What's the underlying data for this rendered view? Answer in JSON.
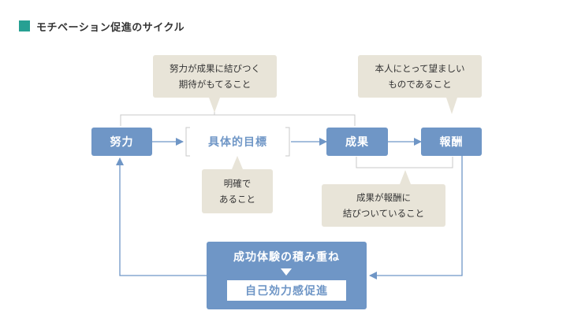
{
  "title": "モチベーション促進のサイクル",
  "colors": {
    "accent_square": "#27a093",
    "node_fill": "#6f96c6",
    "note_fill": "#e8e4d8",
    "line": "#6f96c6",
    "bracket": "#c8c8c8"
  },
  "nodes": {
    "effort": "努力",
    "specific_goal": "具体的目標",
    "result": "成果",
    "reward": "報酬"
  },
  "notes": {
    "effort_result": [
      "努力が成果に結びつく",
      "期待がもてること"
    ],
    "clear_goal": [
      "明確で",
      "あること"
    ],
    "desirable_reward": [
      "本人にとって望ましい",
      "ものであること"
    ],
    "result_reward": [
      "成果が報酬に",
      "結びついていること"
    ]
  },
  "bottom": {
    "title": "成功体験の積み重ね",
    "inner": "自己効力感促進"
  }
}
